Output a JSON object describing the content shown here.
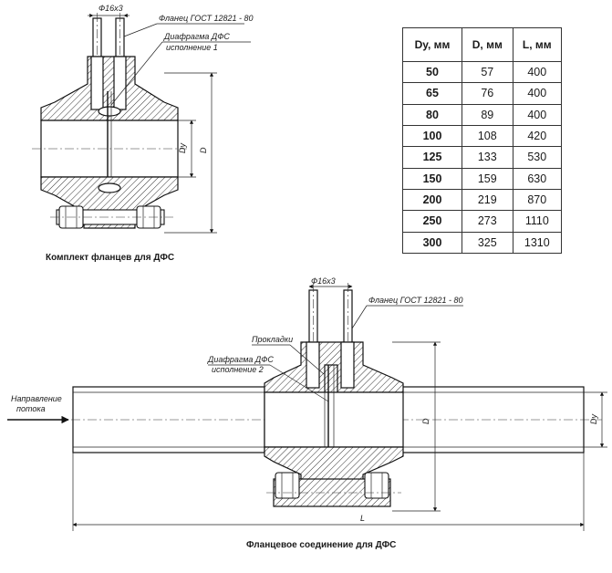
{
  "top_figure": {
    "caption": "Комплект фланцев для ДФС",
    "label_pipe_size": "Ф16х3",
    "label_flange": "Фланец ГОСТ 12821 - 80",
    "label_diaphragm_line1": "Диафрагма ДФС",
    "label_diaphragm_line2": "исполнение 1",
    "dim_dy": "Dy",
    "dim_d": "D"
  },
  "spec_table": {
    "headers": [
      "Dy, мм",
      "D, мм",
      "L, мм"
    ],
    "rows": [
      [
        "50",
        "57",
        "400"
      ],
      [
        "65",
        "76",
        "400"
      ],
      [
        "80",
        "89",
        "400"
      ],
      [
        "100",
        "108",
        "420"
      ],
      [
        "125",
        "133",
        "530"
      ],
      [
        "150",
        "159",
        "630"
      ],
      [
        "200",
        "219",
        "870"
      ],
      [
        "250",
        "273",
        "1110"
      ],
      [
        "300",
        "325",
        "1310"
      ]
    ]
  },
  "bottom_figure": {
    "caption": "Фланцевое соединение для ДФС",
    "label_pipe_size": "Ф16х3",
    "label_flange": "Фланец ГОСТ 12821 - 80",
    "label_gaskets": "Прокладки",
    "label_diaphragm_line1": "Диафрагма ДФС",
    "label_diaphragm_line2": "исполнение 2",
    "label_flow_line1": "Направление",
    "label_flow_line2": "потока",
    "dim_dy": "Dy",
    "dim_d": "D",
    "dim_l": "L"
  }
}
